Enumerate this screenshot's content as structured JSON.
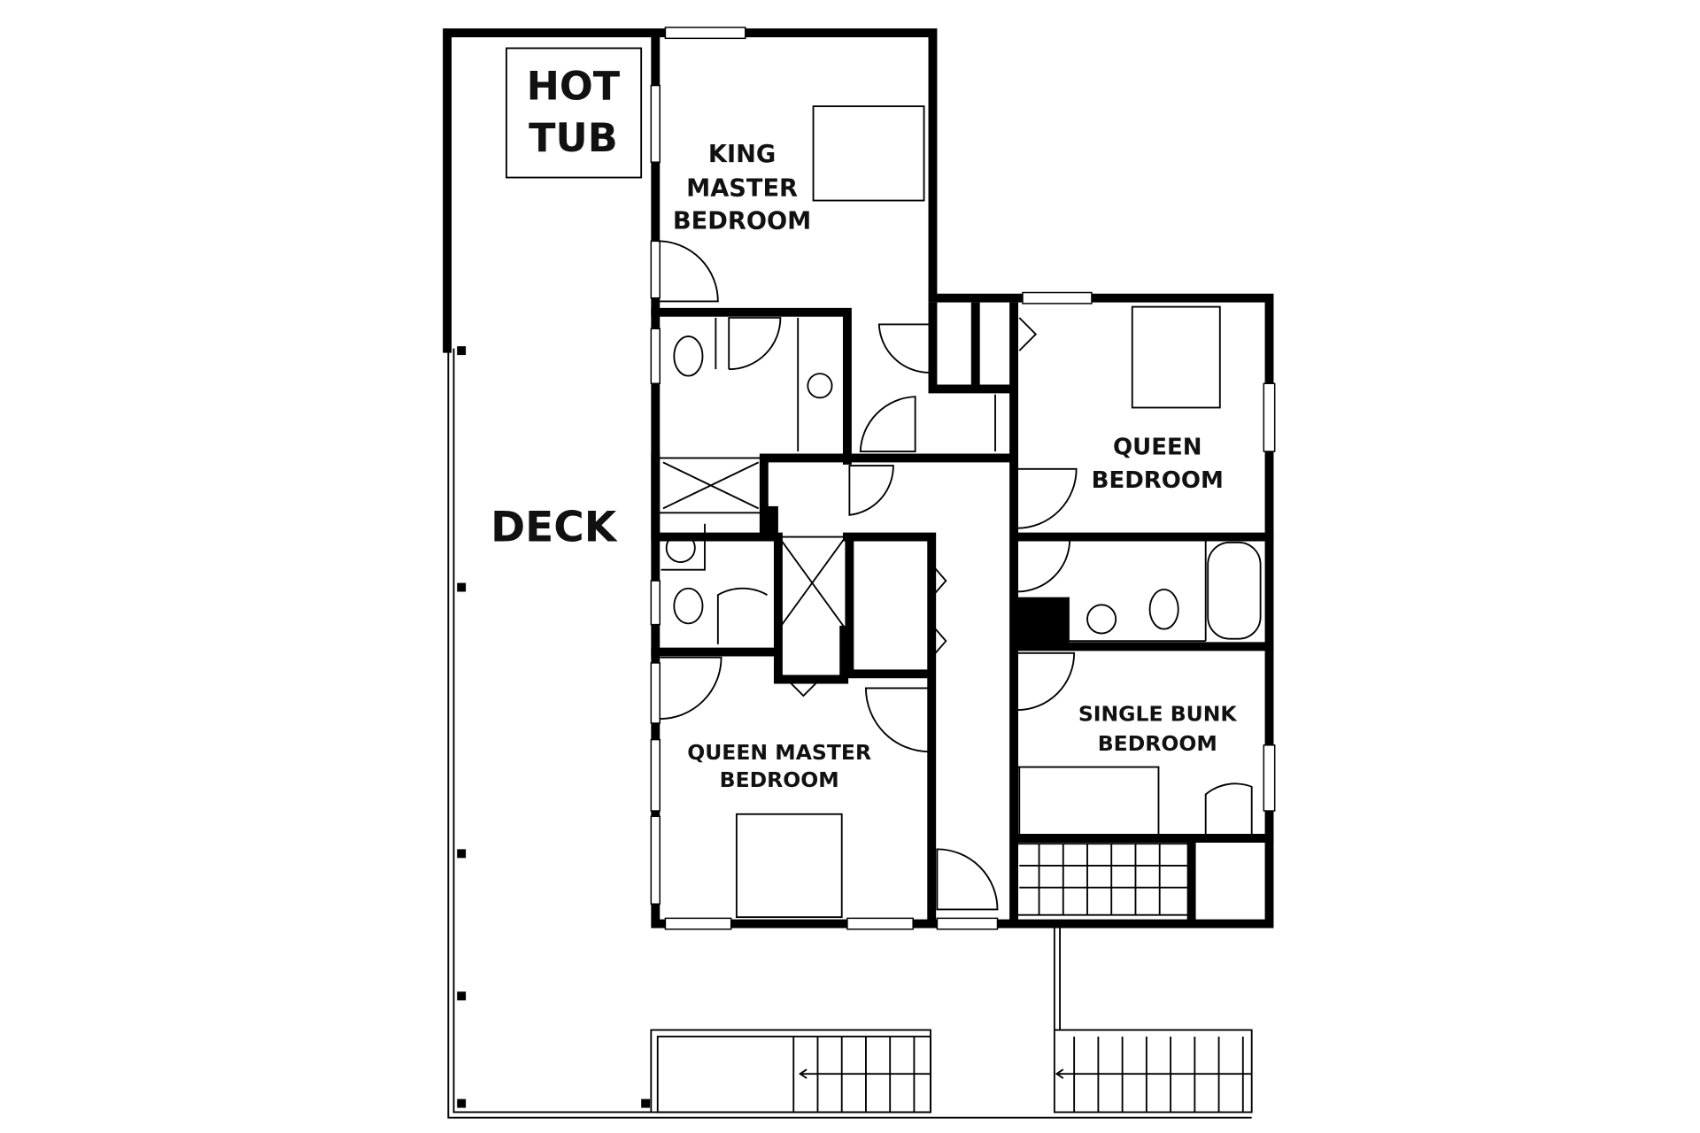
{
  "labels": {
    "hot_tub": [
      "HOT",
      "TUB"
    ],
    "king_master": [
      "KING",
      "MASTER",
      "BEDROOM"
    ],
    "deck": "DECK",
    "queen": [
      "QUEEN",
      "BEDROOM"
    ],
    "single_bunk": [
      "SINGLE BUNK",
      "BEDROOM"
    ],
    "queen_master": [
      "QUEEN MASTER",
      "BEDROOM"
    ]
  },
  "colors": {
    "wall": "#000000",
    "background": "#ffffff"
  }
}
